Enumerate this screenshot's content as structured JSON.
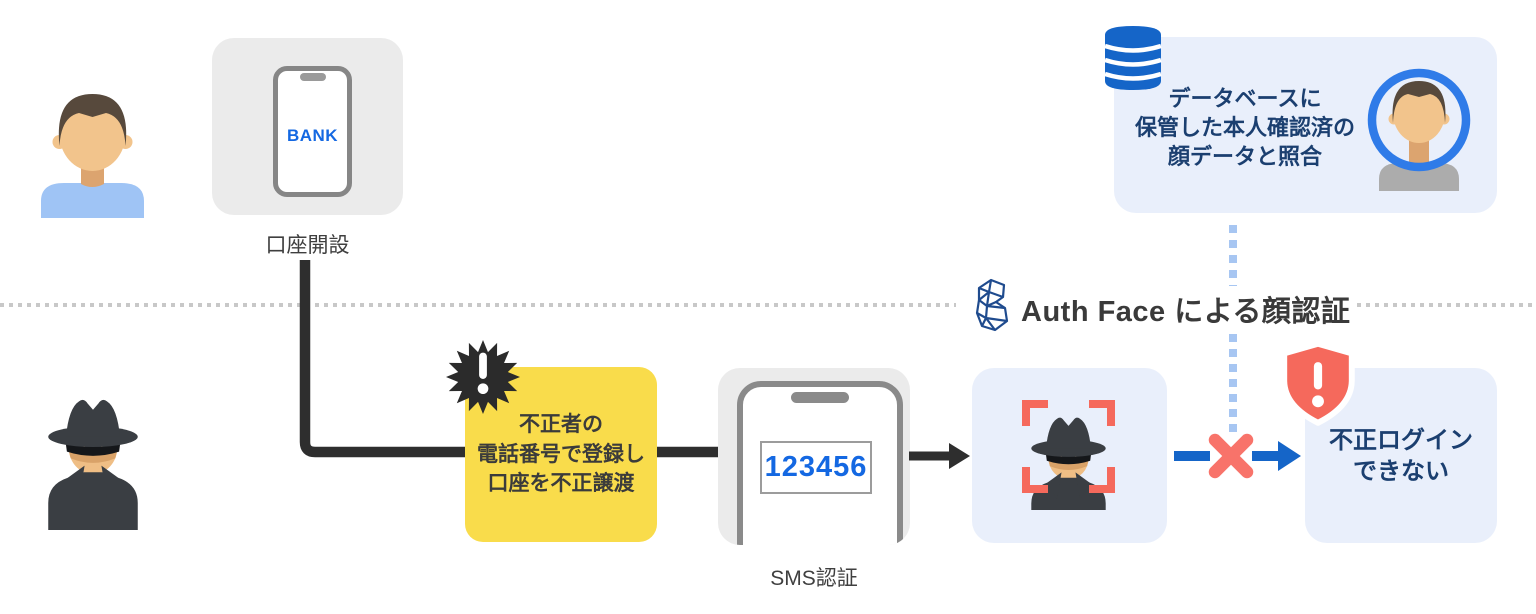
{
  "colors": {
    "accent_blue": "#1565C8",
    "link_blue": "#1468E2",
    "navy_text": "#1B3F70",
    "coral": "#F5695C",
    "yellow": "#F9DC4B",
    "lavender": "#E9EFFB",
    "card_gray": "#EBEBEB",
    "dark_text": "#3A3A3A",
    "connector_black": "#2E2E2E",
    "dotted_gray": "#C8C8C8",
    "dotted_blue": "#A7C6F2"
  },
  "top_row": {
    "account_card": {
      "app_label": "BANK",
      "caption": "口座開設"
    },
    "database_card": {
      "lines": [
        "データベースに",
        "保管した本人確認済の",
        "顔データと照合"
      ]
    }
  },
  "divider": {
    "label": "Auth Face による顔認証"
  },
  "bottom_row": {
    "fraud_card": {
      "badge": "!",
      "lines": [
        "不正者の",
        "電話番号で登録し",
        "口座を不正譲渡"
      ]
    },
    "sms_card": {
      "code": "123456",
      "caption": "SMS認証"
    },
    "result_card": {
      "badge": "!",
      "lines": [
        "不正ログイン",
        "できない"
      ]
    }
  }
}
